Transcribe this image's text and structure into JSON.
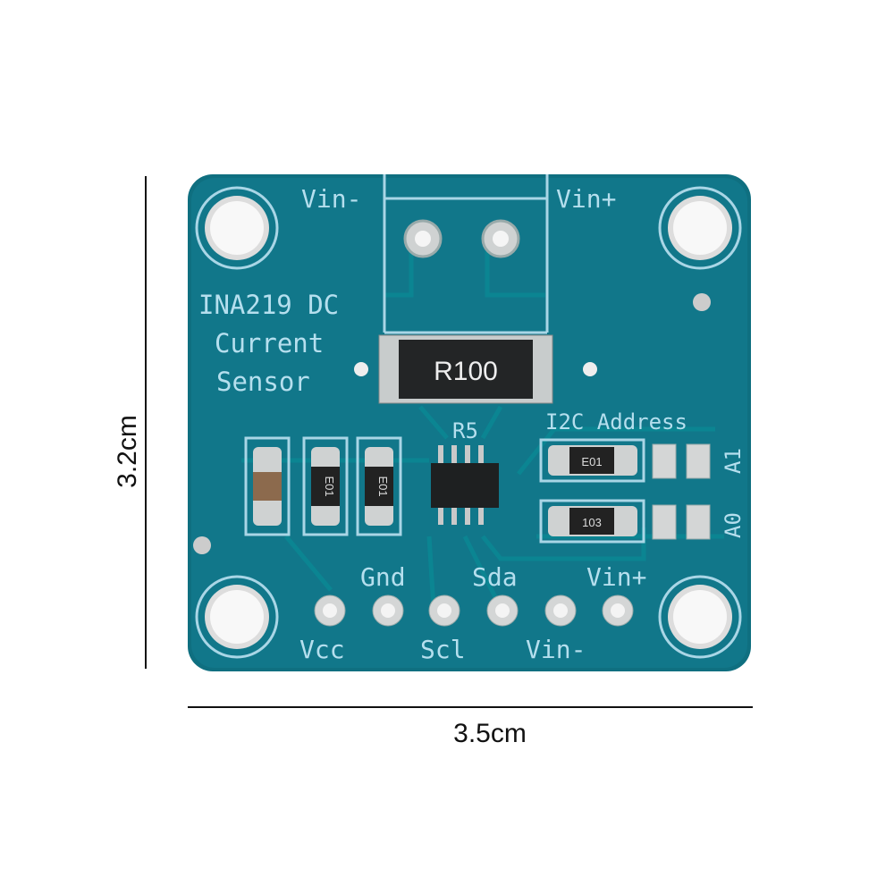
{
  "board": {
    "title_line1": "INA219 DC",
    "title_line2": "Current",
    "title_line3": "Sensor",
    "top_left_label": "Vin-",
    "top_right_label": "Vin+",
    "shunt_resistor": "R100",
    "shunt_ref": "R5",
    "i2c_label": "I2C Address",
    "addr_a1": "A1",
    "addr_a0": "A0",
    "resistor_code": "103",
    "resistor_code_flipped": "E01",
    "pins_top": [
      "Gnd",
      "Sda",
      "Vin+"
    ],
    "pins_bottom": [
      "Vcc",
      "Scl",
      "Vin-"
    ]
  },
  "dimensions": {
    "height": "3.2cm",
    "width": "3.5cm"
  },
  "colors": {
    "board": "#0f6f80",
    "silkscreen": "#b5dfee",
    "pad": "#d4d6d6"
  }
}
